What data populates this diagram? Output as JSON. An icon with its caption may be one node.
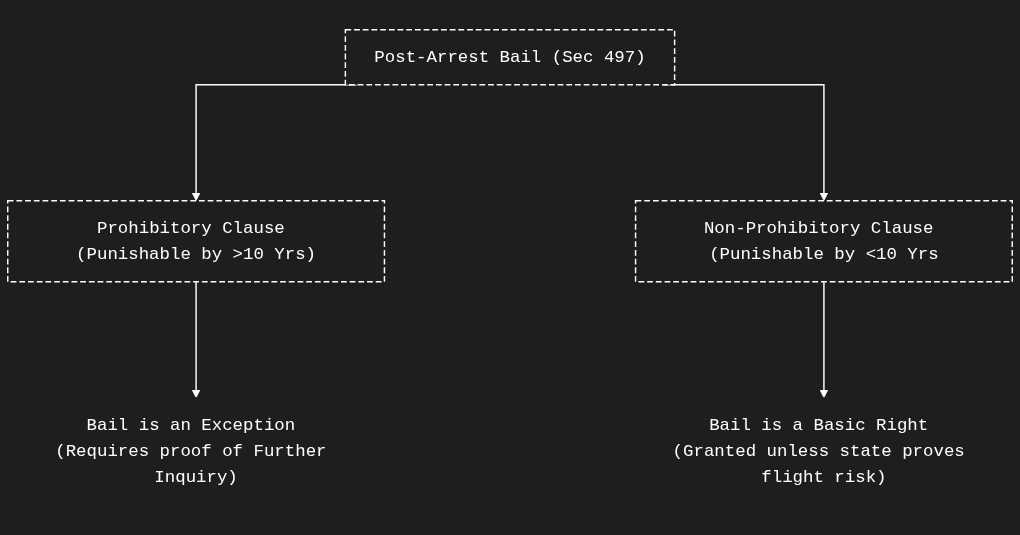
{
  "diagram": {
    "nodes": [
      {
        "text": [
          "Post-Arrest Bail (Sec 497)"
        ]
      },
      {
        "text": [
          "Prohibitory Clause (Punishable by >10 Yrs)"
        ]
      },
      {
        "text": [
          "Non-Prohibitory Clause (Punishable by <10 Yrs"
        ]
      },
      {
        "text": [
          "Bail is an Exception (Requires proof of Further Inquiry)"
        ]
      },
      {
        "text": [
          "Bail is a Basic Right (Granted unless state proves flight risk)"
        ]
      }
    ],
    "edges": [
      {
        "from": 0,
        "to": 1,
        "arrow": "to"
      },
      {
        "from": 0,
        "to": 2,
        "arrow": "to"
      },
      {
        "from": 1,
        "to": 3,
        "arrow": "to"
      },
      {
        "from": 2,
        "to": 4,
        "arrow": "to"
      }
    ]
  }
}
